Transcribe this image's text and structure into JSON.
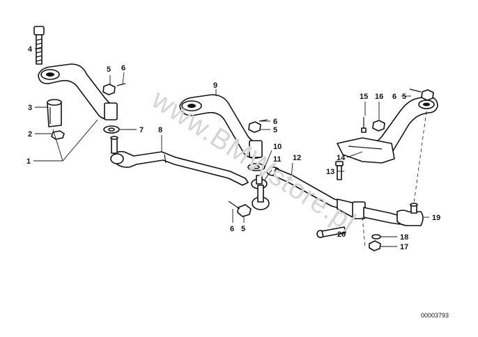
{
  "watermark": "www.BMWstore.pl",
  "document_number": "00003793",
  "callouts": {
    "c1": "1",
    "c2": "2",
    "c3": "3",
    "c4": "4",
    "c5a": "5",
    "c6a": "6",
    "c7": "7",
    "c8": "8",
    "c9": "9",
    "c6b": "6",
    "c5b": "5",
    "c10": "10",
    "c11": "11",
    "c12": "12",
    "c6c": "6",
    "c5c": "5",
    "c15": "15",
    "c16": "16",
    "c6d": "6",
    "c5d": "5",
    "c14": "14",
    "c13": "13",
    "c19": "19",
    "c20": "20",
    "c18": "18",
    "c17": "17"
  }
}
